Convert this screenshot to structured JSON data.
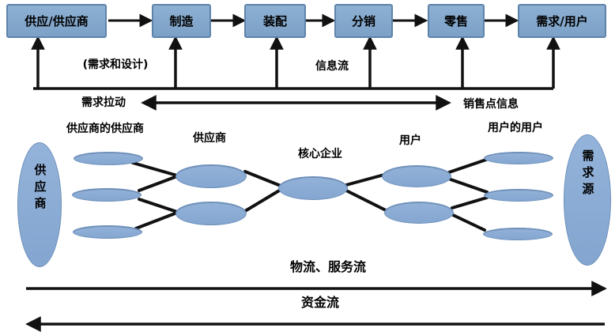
{
  "colors": {
    "box_fill": "#7ca1c7",
    "box_border": "#5e83aa",
    "ellipse_fill": "#8badd6",
    "line": "#111111"
  },
  "chain": {
    "boxes": [
      {
        "label": "供应/供应商"
      },
      {
        "label": "制造"
      },
      {
        "label": "装配"
      },
      {
        "label": "分销"
      },
      {
        "label": "零售"
      },
      {
        "label": "需求/用户"
      }
    ]
  },
  "info": {
    "design": "(需求和设计)",
    "info_flow": "信息流",
    "demand_pull": "需求拉动",
    "pos_info": "销售点信息"
  },
  "network": {
    "suppliers_suppliers": "供应商的供应商",
    "suppliers": "供应商",
    "core": "核心企业",
    "users": "用户",
    "users_users": "用户的用户",
    "supply_source": "供应商",
    "demand_source": "需求源"
  },
  "flows": {
    "logistics": "物流、服务流",
    "capital": "资金流"
  }
}
